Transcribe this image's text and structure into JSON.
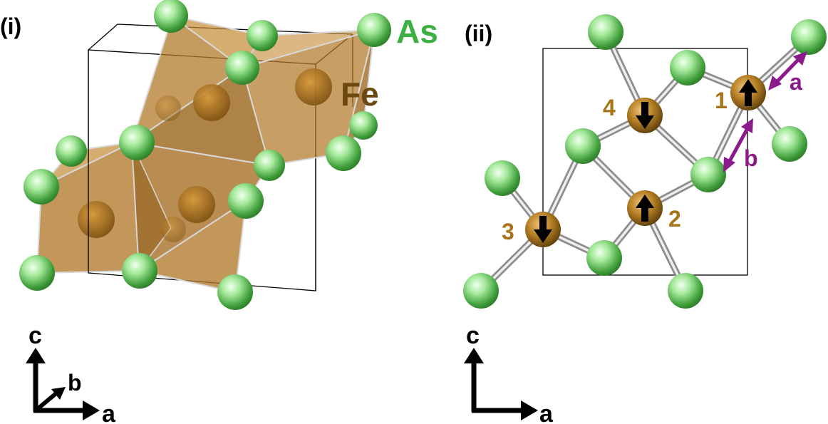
{
  "panel_i": {
    "label": "(i)",
    "element_as": "As",
    "element_fe": "Fe",
    "axes": {
      "vertical": "c",
      "diagonal": "b",
      "horizontal": "a"
    }
  },
  "panel_ii": {
    "label": "(ii)",
    "site_labels": [
      "1",
      "2",
      "3",
      "4"
    ],
    "bond_labels": {
      "a": "a",
      "b": "b"
    },
    "axes": {
      "vertical": "c",
      "horizontal": "a"
    }
  },
  "colors": {
    "as_green": "#4caf50",
    "as_label": "#3cb043",
    "fe_label": "#6b4810",
    "fe_gold": "#a8741f",
    "polyhedron": "#b27a2a",
    "site_label": "#a8741a",
    "bond_purple": "#8b1a8b",
    "spin": "#000000"
  },
  "spins": {
    "1": "up",
    "2": "up",
    "3": "down",
    "4": "down"
  }
}
